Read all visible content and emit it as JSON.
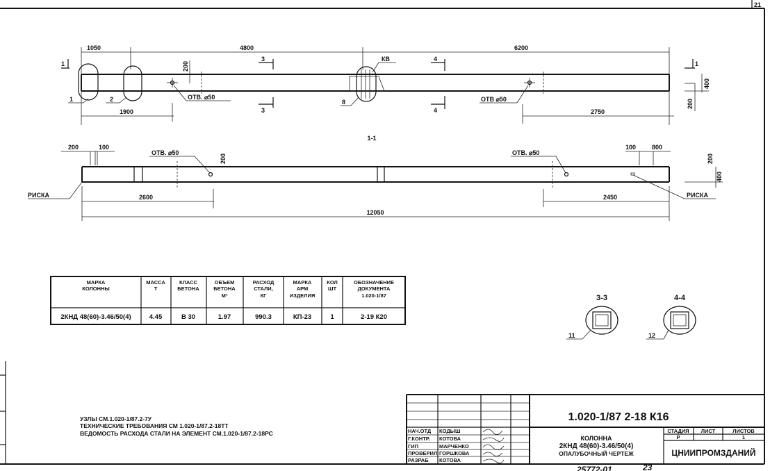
{
  "sheet": {
    "page_number": "21",
    "archive_number": "25772-01",
    "archive_sheet": "23"
  },
  "plan_view": {
    "dims_top": [
      "1050",
      "4800",
      "6200"
    ],
    "dims_bottom": [
      "1900",
      "2750"
    ],
    "hole_label_left": "ОТВ. ⌀50",
    "hole_label_right": "ОТВ ⌀50",
    "dim_200": "200",
    "dim_400": "400",
    "section_marks": {
      "s1": "1",
      "s3": "3",
      "s4": "4"
    },
    "callouts": {
      "c1": "1",
      "c2": "2",
      "c8": "8",
      "kb": "КВ"
    }
  },
  "section_view": {
    "title": "1-1",
    "dims_top_left": [
      "200",
      "100"
    ],
    "dims_top_right": [
      "100",
      "800"
    ],
    "hole_label_left": "ОТВ. ⌀50",
    "hole_label_right": "ОТВ. ⌀50",
    "dim_200": "200",
    "dim_400": "400",
    "dims_bottom": [
      "2600",
      "2450"
    ],
    "overall": "12050",
    "mark_label": "РИСКА"
  },
  "spec_table": {
    "headers": [
      [
        "МАРКА",
        "КОЛОННЫ"
      ],
      [
        "МАССА",
        "Т"
      ],
      [
        "КЛАСС",
        "БЕТОНА"
      ],
      [
        "ОБЪЕМ",
        "БЕТОНА",
        "М³"
      ],
      [
        "РАСХОД",
        "СТАЛИ,",
        "КГ"
      ],
      [
        "МАРКА",
        "АРМ",
        "ИЗДЕЛИЯ"
      ],
      [
        "КОЛ",
        "ШТ"
      ],
      [
        "ОБОЗНАЧЕНИЕ",
        "ДОКУМЕНТА",
        "1.020-1/87"
      ]
    ],
    "row": [
      "2КНД 48(60)-3.46/50(4)",
      "4.45",
      "В 30",
      "1.97",
      "990.3",
      "КП-23",
      "1",
      "2-19 К20"
    ]
  },
  "cross_sections": [
    {
      "title": "3-3",
      "callout": "11"
    },
    {
      "title": "4-4",
      "callout": "12"
    }
  ],
  "notes": [
    "УЗЛЫ СМ.1.020-1/87.2-7У",
    "ТЕХНИЧЕСКИЕ ТРЕБОВАНИЯ СМ 1.020-1/87.2-18ТТ",
    "ВЕДОМОСТЬ РАСХОДА СТАЛИ НА ЭЛЕМЕНТ СМ.1.020-1/87.2-18РС"
  ],
  "title_block": {
    "doc_code": "1.020-1/87 2-18 К16",
    "roles": [
      {
        "role": "НАЧ.ОТД",
        "name": "КОДЫШ"
      },
      {
        "role": "Г.КОНТР.",
        "name": "КОТОВА"
      },
      {
        "role": "ГИП",
        "name": "МАРЧЕНКО"
      },
      {
        "role": "ПРОВЕРИЛ",
        "name": "ГОРШКОВА"
      },
      {
        "role": "РАЗРАБ",
        "name": "КОТОВА"
      }
    ],
    "element_name": "КОЛОННА",
    "element_mark": "2КНД 48(60)-3.46/50(4)",
    "drawing_type": "ОПАЛУБОЧНЫЙ ЧЕРТЕЖ",
    "stage_label": "СТАДИЯ",
    "sheet_label": "ЛИСТ",
    "sheets_label": "ЛИСТОВ",
    "stage": "Р",
    "sheets": "1",
    "organization": "ЦНИИПРОМЗДАНИЙ"
  }
}
